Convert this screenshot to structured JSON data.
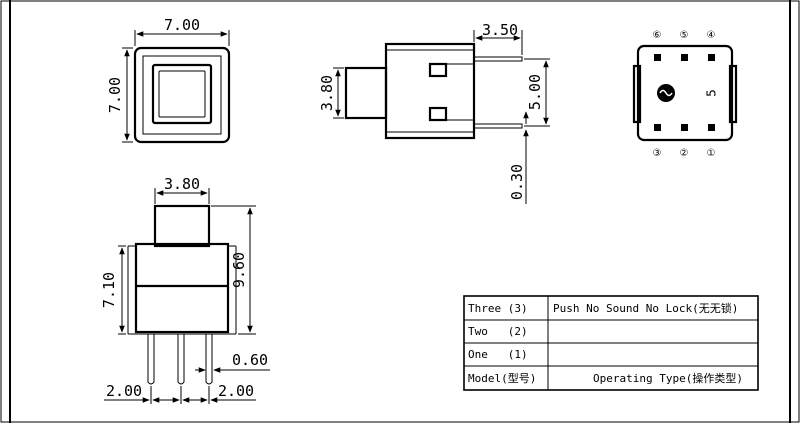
{
  "dimensions": {
    "top_width": "7.00",
    "top_height": "7.00",
    "side_width": "3.50",
    "side_stem": "3.80",
    "side_height": "5.00",
    "side_pin": "0.30",
    "front_stem": "3.80",
    "front_body": "7.10",
    "front_total": "9.60",
    "front_pin": "0.60",
    "pitch_left": "2.00",
    "pitch_right": "2.00"
  },
  "pin_labels": {
    "p1": "①",
    "p2": "②",
    "p3": "③",
    "p4": "④",
    "p5": "⑤",
    "p6": "⑥"
  },
  "footprint_mark": "5",
  "table": {
    "rows": [
      {
        "label": "Three (3)",
        "value": "Push No Sound No Lock(无无锁)"
      },
      {
        "label": "Two   (2)",
        "value": ""
      },
      {
        "label": "One   (1)",
        "value": ""
      },
      {
        "label": "Model(型号)",
        "value": "Operating Type(操作类型)"
      }
    ]
  }
}
